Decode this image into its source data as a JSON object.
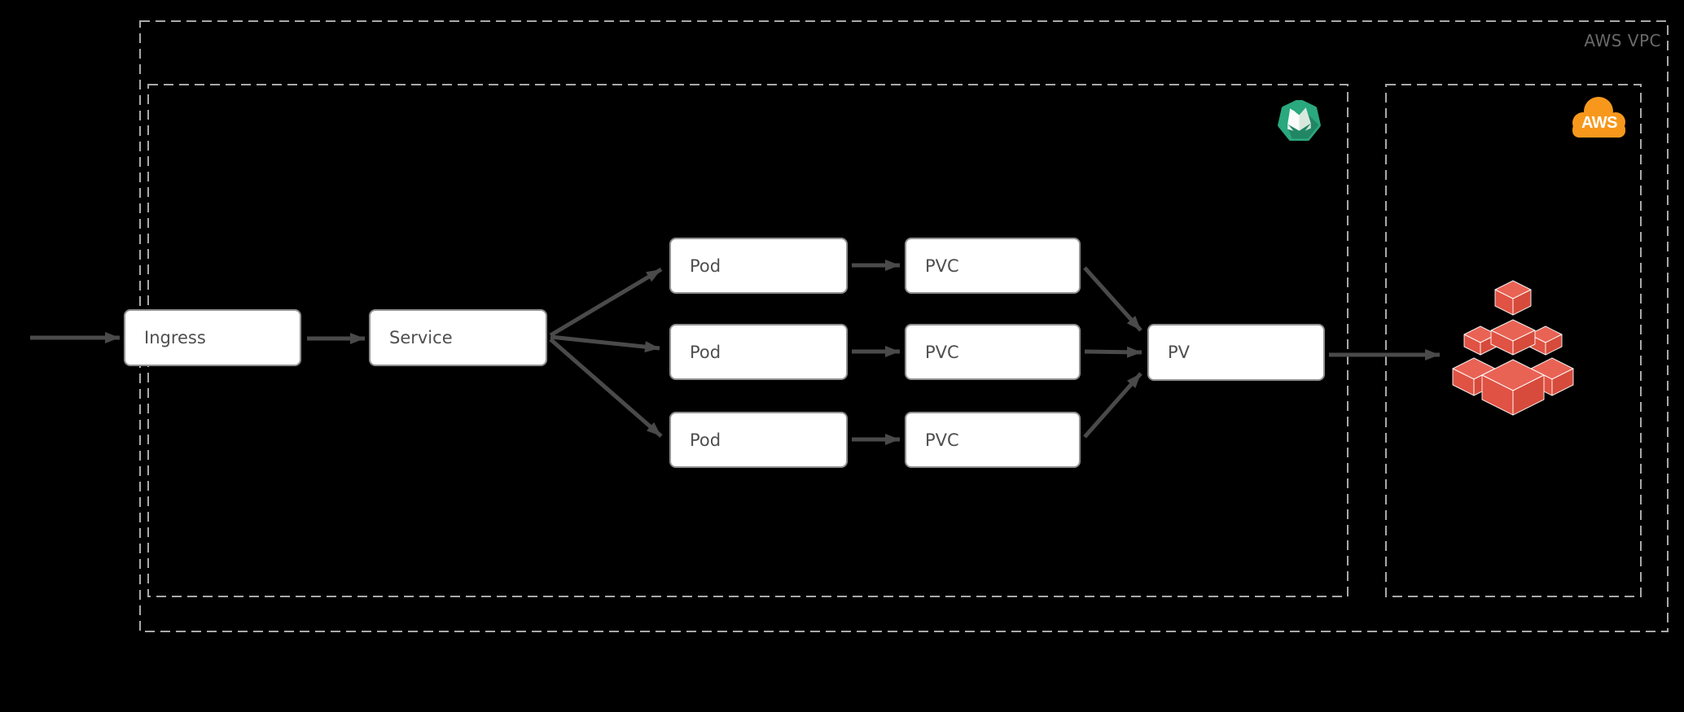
{
  "diagram": {
    "type": "architecture-flow",
    "outer_label": "AWS VPC",
    "aws_logo_text": "AWS",
    "nodes": {
      "ingress": "Ingress",
      "service": "Service",
      "pod_1": "Pod",
      "pod_2": "Pod",
      "pod_3": "Pod",
      "pvc_1": "PVC",
      "pvc_2": "PVC",
      "pvc_3": "PVC",
      "pv": "PV"
    },
    "clusters": {
      "outer": "AWS VPC boundary",
      "kubernetes": "Kubernetes cluster (green tulip badge icon)",
      "aws": "AWS services (orange AWS cloud icon, red storage cubes icon)"
    },
    "edges": [
      {
        "from": "external",
        "to": "ingress"
      },
      {
        "from": "ingress",
        "to": "service"
      },
      {
        "from": "service",
        "to": "pod_1"
      },
      {
        "from": "service",
        "to": "pod_2"
      },
      {
        "from": "service",
        "to": "pod_3"
      },
      {
        "from": "pod_1",
        "to": "pvc_1"
      },
      {
        "from": "pod_2",
        "to": "pvc_2"
      },
      {
        "from": "pod_3",
        "to": "pvc_3"
      },
      {
        "from": "pvc_1",
        "to": "pv"
      },
      {
        "from": "pvc_2",
        "to": "pv"
      },
      {
        "from": "pvc_3",
        "to": "pv"
      },
      {
        "from": "pv",
        "to": "aws_storage_service"
      }
    ],
    "icons": {
      "kubernetes_cluster": "green-tulip-badge-icon",
      "aws_cloud": "aws-cloud-icon",
      "aws_storage": "red-cubes-storage-icon"
    },
    "colors": {
      "background": "#000000",
      "node_fill": "#FFFFFF",
      "node_border": "#919191",
      "node_text": "#4F4F4F",
      "dashed_border": "#A9A9A9",
      "arrow": "#4A4A4A",
      "outer_label_text": "#696969",
      "aws_orange": "#F7981D",
      "kubernetes_green": "#2AA87E",
      "storage_red": "#E05243"
    }
  }
}
